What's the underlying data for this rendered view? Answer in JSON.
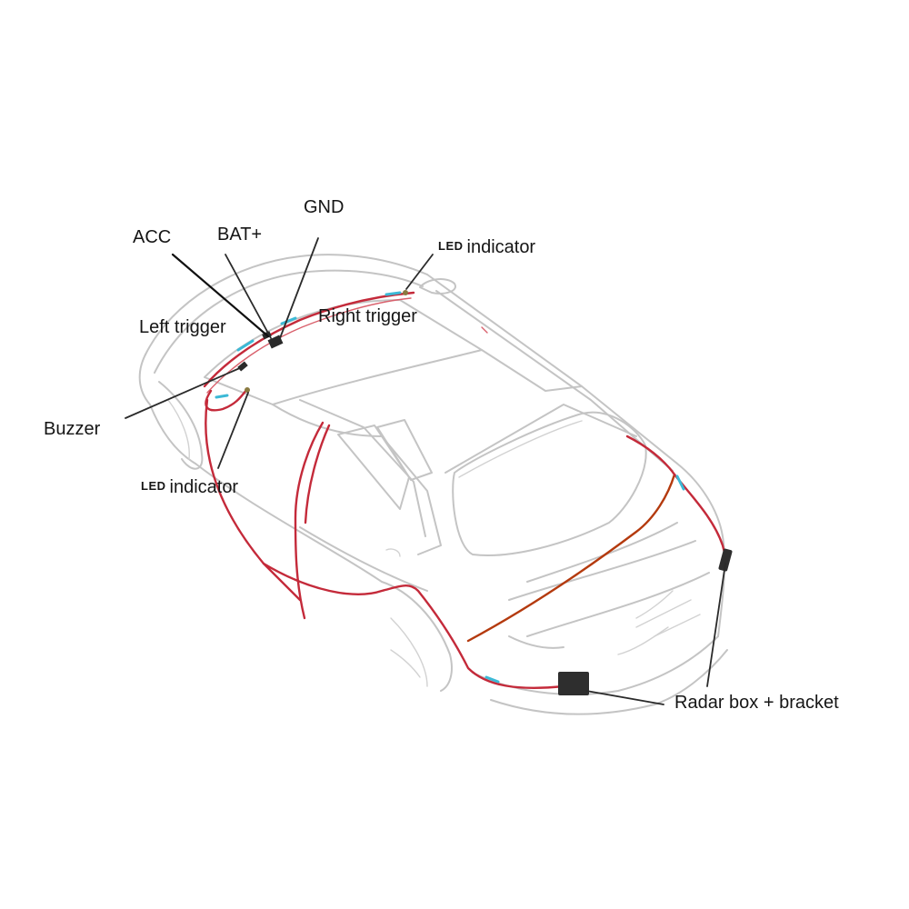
{
  "diagram": {
    "subject": "Car parking sensor wiring layout",
    "colors": {
      "car_outline": "#c4c4c4",
      "wire_red": "#c42a3a",
      "wire_orange": "#b43a0e",
      "wire_cyan": "#3cb9d6",
      "component_black": "#2a2a2a",
      "label_text": "#151515"
    },
    "labels": {
      "gnd": "GND",
      "acc": "ACC",
      "bat": "BAT+",
      "led_top_prefix": "LED",
      "led_top_text": "indicator",
      "left_trigger": "Left trigger",
      "right_trigger": "Right trigger",
      "buzzer": "Buzzer",
      "led_bottom_prefix": "LED",
      "led_bottom_text": "indicator",
      "radar": "Radar box + bracket"
    }
  }
}
